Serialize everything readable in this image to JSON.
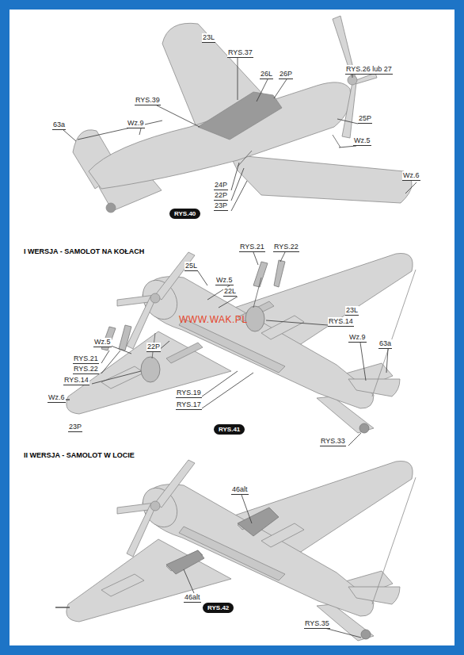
{
  "diagram": {
    "labels": [
      "23L",
      "RYS.37",
      "26L",
      "26P",
      "RYS.26 lub 27",
      "RYS.39",
      "63a",
      "Wz.9",
      "25P",
      "Wz.5",
      "24P",
      "22P",
      "23P",
      "Wz.6",
      "RYS.40",
      "I WERSJA - SAMOLOT NA KOŁACH",
      "25L",
      "Wz.5",
      "22L",
      "RYS.21",
      "RYS.22",
      "23L",
      "WWW.WAK.PL",
      "RYS.14",
      "Wz.9",
      "63a",
      "Wz.5",
      "RYS.21",
      "RYS.22",
      "22P",
      "RYS.14",
      "Wz.6",
      "23P",
      "RYS.19",
      "RYS.17",
      "RYS.41",
      "RYS.33",
      "II WERSJA - SAMOLOT W LOCIE",
      "46alt",
      "46alt",
      "RYS.42",
      "RYS.35"
    ]
  }
}
